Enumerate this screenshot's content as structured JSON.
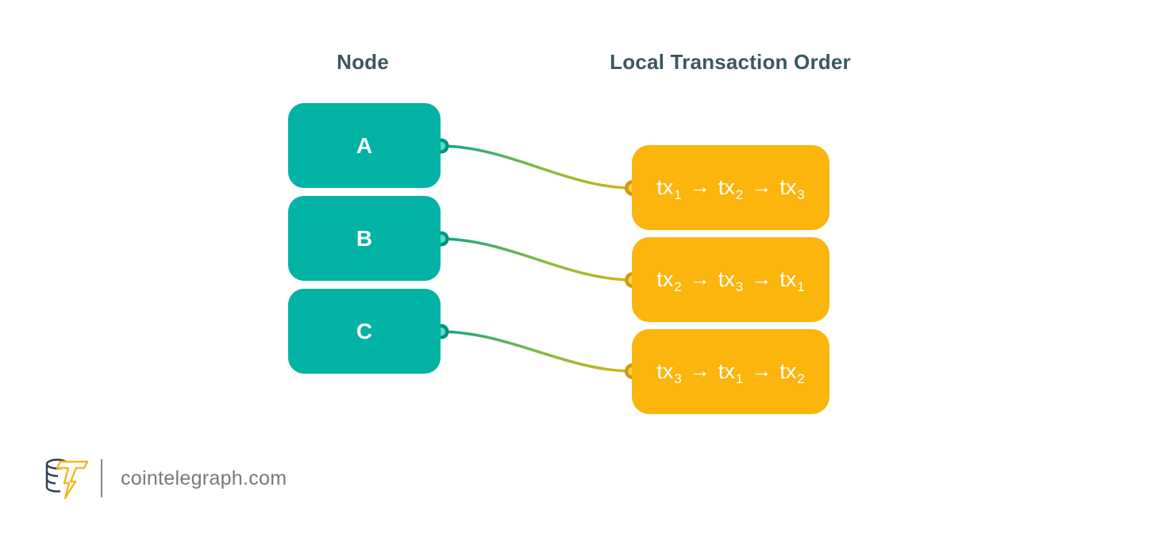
{
  "headers": {
    "left": "Node",
    "right": "Local Transaction Order"
  },
  "nodes": [
    {
      "label": "A"
    },
    {
      "label": "B"
    },
    {
      "label": "C"
    }
  ],
  "orders": [
    {
      "seq": [
        {
          "base": "tx",
          "sub": "1"
        },
        {
          "base": "tx",
          "sub": "2"
        },
        {
          "base": "tx",
          "sub": "3"
        }
      ]
    },
    {
      "seq": [
        {
          "base": "tx",
          "sub": "2"
        },
        {
          "base": "tx",
          "sub": "3"
        },
        {
          "base": "tx",
          "sub": "1"
        }
      ]
    },
    {
      "seq": [
        {
          "base": "tx",
          "sub": "3"
        },
        {
          "base": "tx",
          "sub": "1"
        },
        {
          "base": "tx",
          "sub": "2"
        }
      ]
    }
  ],
  "arrow_glyph": "→",
  "footer": {
    "site": "cointelegraph.com",
    "logo_icon": "coin-stack-lightning-icon"
  },
  "colors": {
    "header_text": "#3B5663",
    "node_box": "#01B3A4",
    "order_box": "#FBB50D",
    "connector_teal": "#12A389",
    "connector_mid": "#7FBA45",
    "connector_yellow": "#D7B414",
    "node_dot_ring": "#019180",
    "node_dot_core": "#54DCCB",
    "order_dot_ring": "#D2990D",
    "order_dot_core": "#F9D44E",
    "footer_text": "#77797B",
    "logo_outline": "#2E3E4E",
    "logo_bolt": "#F2B722"
  }
}
